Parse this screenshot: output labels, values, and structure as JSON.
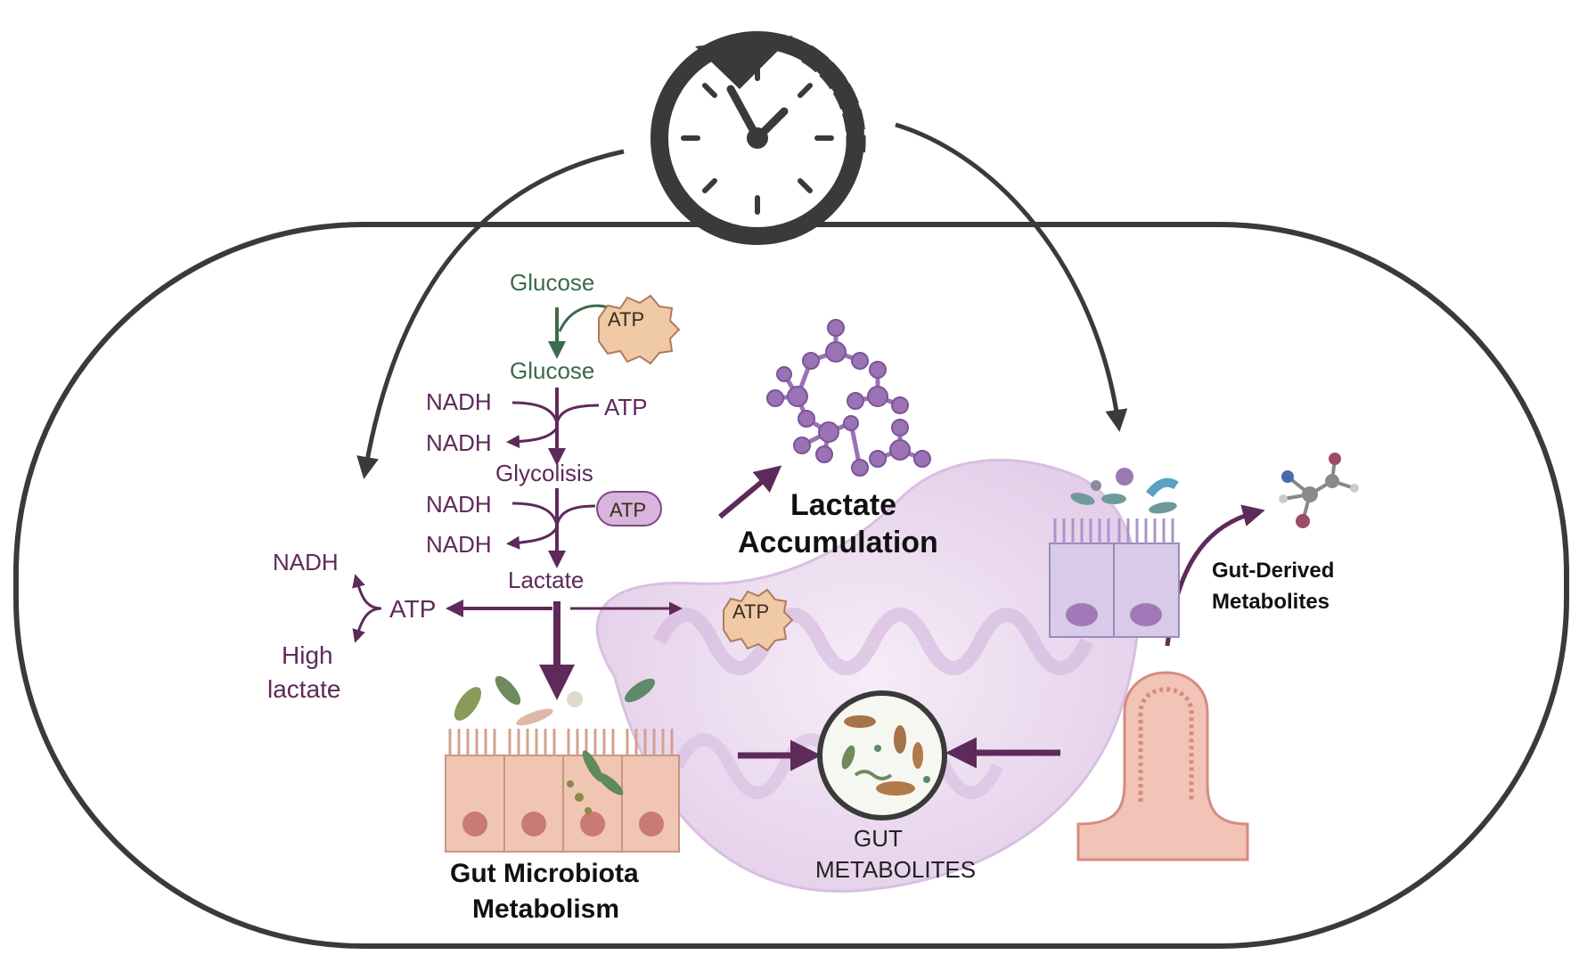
{
  "colors": {
    "outline": "#3a3a3a",
    "pathway_purple": "#5e2a5a",
    "glucose_green": "#3d6a4a",
    "atp_fill": "#f0c9a6",
    "atp_pill_fill": "#d9b4dc",
    "mito_fill": "#eddcf0",
    "lactate_ball": "#9b72b3",
    "epithelium_pink": "#f0c6b2",
    "epithelium_purple": "#cfc0e6",
    "villus_pink": "#f2b9ac"
  },
  "pathway": {
    "glucose_top": "Glucose",
    "glucose_mid": "Glucose",
    "glycolysis": "Glycolisis",
    "lactate": "Lactate",
    "nadh_1": "NADH",
    "nadh_2": "NADH",
    "nadh_3": "NADH",
    "nadh_4": "NADH",
    "atp_1": "ATP",
    "atp_2": "ATP",
    "atp_3": "ATP",
    "atp_left": "ATP",
    "atp_right": "ATP",
    "nadh_left": "NADH",
    "high_lactate": [
      "High",
      "lactate"
    ]
  },
  "labels": {
    "lactate_accumulation": [
      "Lactate",
      "Accumulation"
    ],
    "gut_microbiota": [
      "Gut Microbiota",
      "Metabolism"
    ],
    "gut_metabolites": [
      "GUT",
      "METABOLITES"
    ],
    "gut_derived": [
      "Gut-Derived",
      "Metabolites"
    ]
  },
  "icons": {
    "clock": "clock-cycle-icon",
    "molecule": "molecule-icon",
    "bacteria": "bacteria-icon"
  }
}
